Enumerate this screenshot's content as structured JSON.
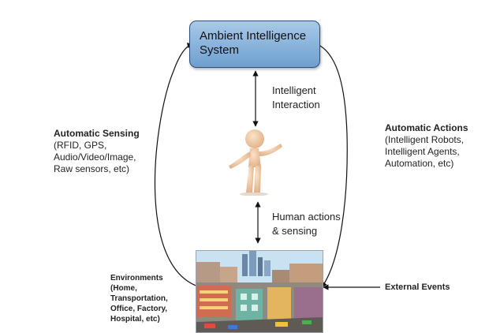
{
  "system_box": {
    "line1": "Ambient Intelligence",
    "line2": "System",
    "fill_top": "#a9c9e8",
    "fill_bottom": "#6f9fcf",
    "border": "#2b4f7a"
  },
  "interaction_label": {
    "line1": "Intelligent",
    "line2": "Interaction"
  },
  "human_actions_label": {
    "line1": "Human actions",
    "line2": "& sensing"
  },
  "sensing": {
    "title": "Automatic Sensing",
    "lines": [
      "(RFID, GPS,",
      "Audio/Video/Image,",
      "Raw sensors, etc)"
    ]
  },
  "actions": {
    "title": "Automatic Actions",
    "lines": [
      "(Intelligent Robots,",
      "Intelligent Agents,",
      "Automation, etc)"
    ]
  },
  "environments": {
    "lines": [
      "Environments",
      "(Home,",
      "Transportation,",
      "Office, Factory,",
      "Hospital, etc)"
    ]
  },
  "external_events": {
    "label": "External Events"
  },
  "icons": {
    "human": "3d-human-figure-icon",
    "city": "city-illustration"
  }
}
